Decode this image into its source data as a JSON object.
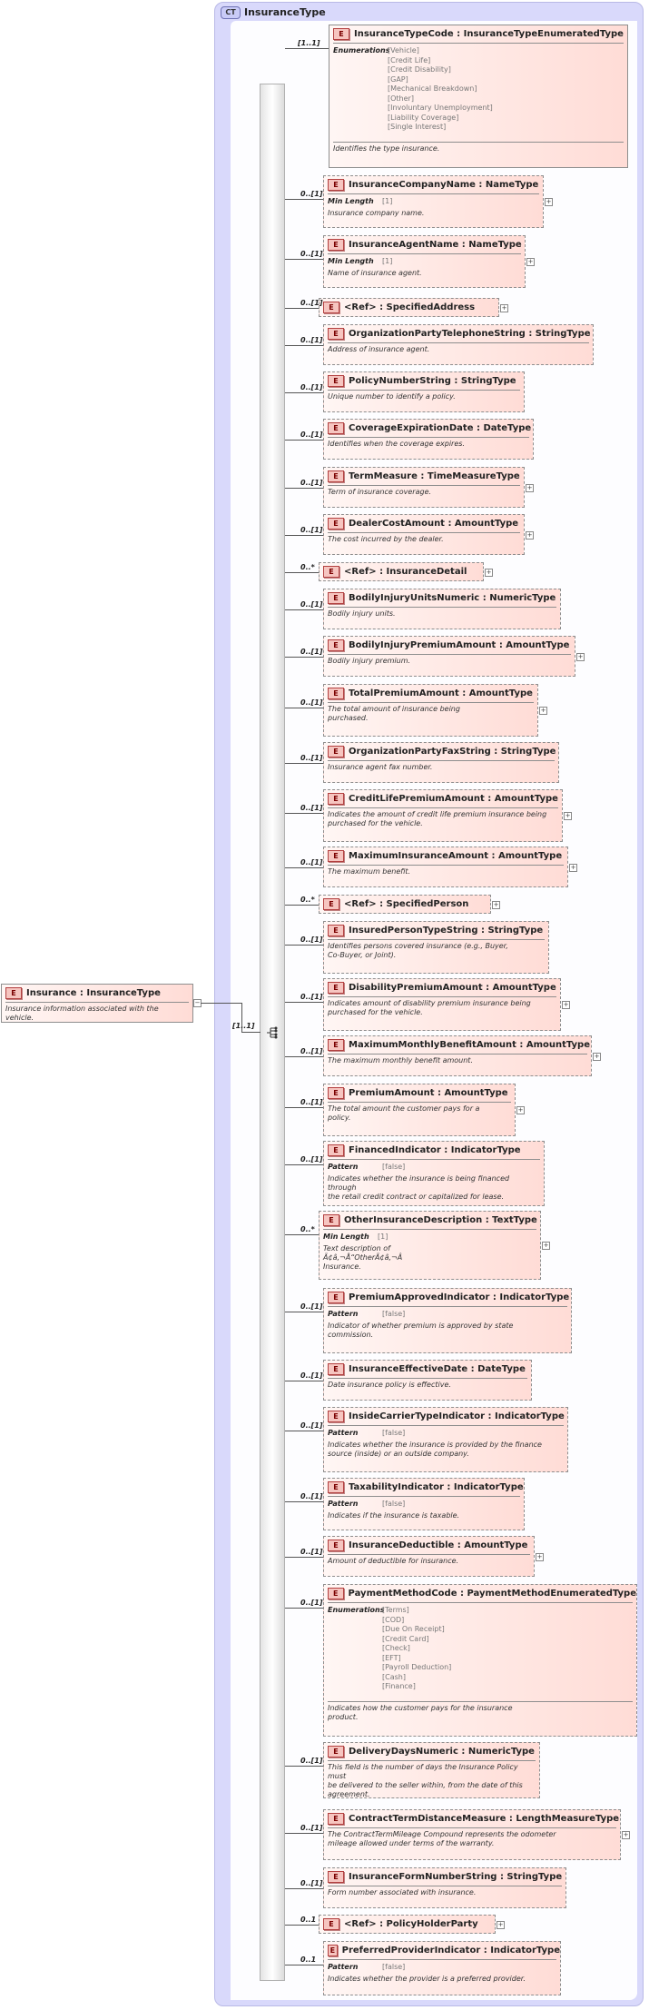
{
  "complex_type": {
    "badge": "CT",
    "name": "InsuranceType"
  },
  "root": {
    "title": "Insurance : InsuranceType",
    "doc": "Insurance information associated with the vehicle.",
    "occurrence": "[1..1]"
  },
  "elements": [
    {
      "title": "InsuranceTypeCode : InsuranceTypeEnumeratedType",
      "occurrence": "[1..1]",
      "facet": "Enumerations",
      "facet_values": [
        "[Vehicle]",
        "[Credit Life]",
        "[Credit Disability]",
        "[GAP]",
        "[Mechanical Breakdown]",
        "[Other]",
        "[Involuntary Unemployment]",
        "[Liability Coverage]",
        "[Single Interest]"
      ],
      "doc": "Identifies the type insurance."
    },
    {
      "title": "InsuranceCompanyName : NameType",
      "occurrence": "0..[1]",
      "facet": "Min Length",
      "facet_values": [
        "[1]"
      ],
      "doc": "Insurance company name."
    },
    {
      "title": "InsuranceAgentName : NameType",
      "occurrence": "0..[1]",
      "facet": "Min Length",
      "facet_values": [
        "[1]"
      ],
      "doc": "Name of insurance agent."
    },
    {
      "title": "<Ref>     : SpecifiedAddress",
      "occurrence": "0..[1]"
    },
    {
      "title": "OrganizationPartyTelephoneString : StringType",
      "occurrence": "0..[1]",
      "doc": "Address of insurance agent."
    },
    {
      "title": "PolicyNumberString : StringType",
      "occurrence": "0..[1]",
      "doc": "Unique number to identify a policy."
    },
    {
      "title": "CoverageExpirationDate : DateType",
      "occurrence": "0..[1]",
      "doc": "Identifies when the coverage expires."
    },
    {
      "title": "TermMeasure : TimeMeasureType",
      "occurrence": "0..[1]",
      "doc": "Term of insurance coverage."
    },
    {
      "title": "DealerCostAmount : AmountType",
      "occurrence": "0..[1]",
      "doc": "The cost incurred by the dealer."
    },
    {
      "title": "<Ref>     : InsuranceDetail",
      "occurrence": "0..*"
    },
    {
      "title": "BodilyInjuryUnitsNumeric : NumericType",
      "occurrence": "0..[1]",
      "doc": "Bodily injury units."
    },
    {
      "title": "BodilyInjuryPremiumAmount : AmountType",
      "occurrence": "0..[1]",
      "doc": "Bodily injury premium."
    },
    {
      "title": "TotalPremiumAmount : AmountType",
      "occurrence": "0..[1]",
      "doc": "The total amount of insurance being\npurchased."
    },
    {
      "title": "OrganizationPartyFaxString : StringType",
      "occurrence": "0..[1]",
      "doc": "Insurance agent fax number."
    },
    {
      "title": "CreditLifePremiumAmount : AmountType",
      "occurrence": "0..[1]",
      "doc": "Indicates the amount of credit life premium insurance being\npurchased for the vehicle."
    },
    {
      "title": "MaximumInsuranceAmount : AmountType",
      "occurrence": "0..[1]",
      "doc": "The maximum benefit."
    },
    {
      "title": "<Ref>     : SpecifiedPerson",
      "occurrence": "0..*"
    },
    {
      "title": "InsuredPersonTypeString : StringType",
      "occurrence": "0..[1]",
      "doc": "Identifies persons covered insurance (e.g., Buyer,\nCo-Buyer, or Joint)."
    },
    {
      "title": "DisabilityPremiumAmount : AmountType",
      "occurrence": "0..[1]",
      "doc": "Indicates amount of disability premium insurance being\npurchased for the vehicle."
    },
    {
      "title": "MaximumMonthlyBenefitAmount : AmountType",
      "occurrence": "0..[1]",
      "doc": "The maximum monthly benefit amount."
    },
    {
      "title": "PremiumAmount : AmountType",
      "occurrence": "0..[1]",
      "doc": "The total amount the customer pays for a\npolicy."
    },
    {
      "title": "FinancedIndicator : IndicatorType",
      "occurrence": "0..[1]",
      "facet": "Pattern",
      "facet_values": [
        "[false]"
      ],
      "doc": "Indicates whether the insurance is being financed through\nthe retail credit contract or capitalized for lease."
    },
    {
      "title": "OtherInsuranceDescription : TextType",
      "occurrence": "0..*",
      "facet": "Min Length",
      "facet_values": [
        "[1]"
      ],
      "doc": "Text description of\nÃ¢â‚¬Å“OtherÃ¢â‚¬Â\nInsurance."
    },
    {
      "title": "PremiumApprovedIndicator : IndicatorType",
      "occurrence": "0..[1]",
      "facet": "Pattern",
      "facet_values": [
        "[false]"
      ],
      "doc": "Indicator of whether premium is approved by state\ncommission."
    },
    {
      "title": "InsuranceEffectiveDate : DateType",
      "occurrence": "0..[1]",
      "doc": "Date insurance policy is effective."
    },
    {
      "title": "InsideCarrierTypeIndicator : IndicatorType",
      "occurrence": "0..[1]",
      "facet": "Pattern",
      "facet_values": [
        "[false]"
      ],
      "doc": "Indicates whether the insurance is provided by the finance\nsource (inside) or an outside company."
    },
    {
      "title": "TaxabilityIndicator : IndicatorType",
      "occurrence": "0..[1]",
      "facet": "Pattern",
      "facet_values": [
        "[false]"
      ],
      "doc": "Indicates if the insurance is taxable."
    },
    {
      "title": "InsuranceDeductible : AmountType",
      "occurrence": "0..[1]",
      "doc": "Amount of deductible for insurance."
    },
    {
      "title": "PaymentMethodCode : PaymentMethodEnumeratedType",
      "occurrence": "0..[1]",
      "facet": "Enumerations",
      "facet_values": [
        "[Terms]",
        "[COD]",
        "[Due On Receipt]",
        "[Credit Card]",
        "[Check]",
        "[EFT]",
        "[Payroll Deduction]",
        "[Cash]",
        "[Finance]"
      ],
      "doc": "Indicates how the customer pays for the insurance\nproduct."
    },
    {
      "title": "DeliveryDaysNumeric : NumericType",
      "occurrence": "0..[1]",
      "doc": "This field is the number of days the Insurance Policy must\n    be delivered to the seller within, from the date of this\nagreement."
    },
    {
      "title": "ContractTermDistanceMeasure : LengthMeasureType",
      "occurrence": "0..[1]",
      "doc": "The ContractTermMileage Compound represents the odometer\nmileage allowed under terms of the warranty."
    },
    {
      "title": "InsuranceFormNumberString : StringType",
      "occurrence": "0..[1]",
      "doc": "Form number associated with insurance."
    },
    {
      "title": "<Ref>     : PolicyHolderParty",
      "occurrence": "0..1"
    },
    {
      "title": "PreferredProviderIndicator : IndicatorType",
      "occurrence": "0..1",
      "facet": "Pattern",
      "facet_values": [
        "[false]"
      ],
      "doc": "Indicates whether the provider is a preferred provider."
    }
  ]
}
